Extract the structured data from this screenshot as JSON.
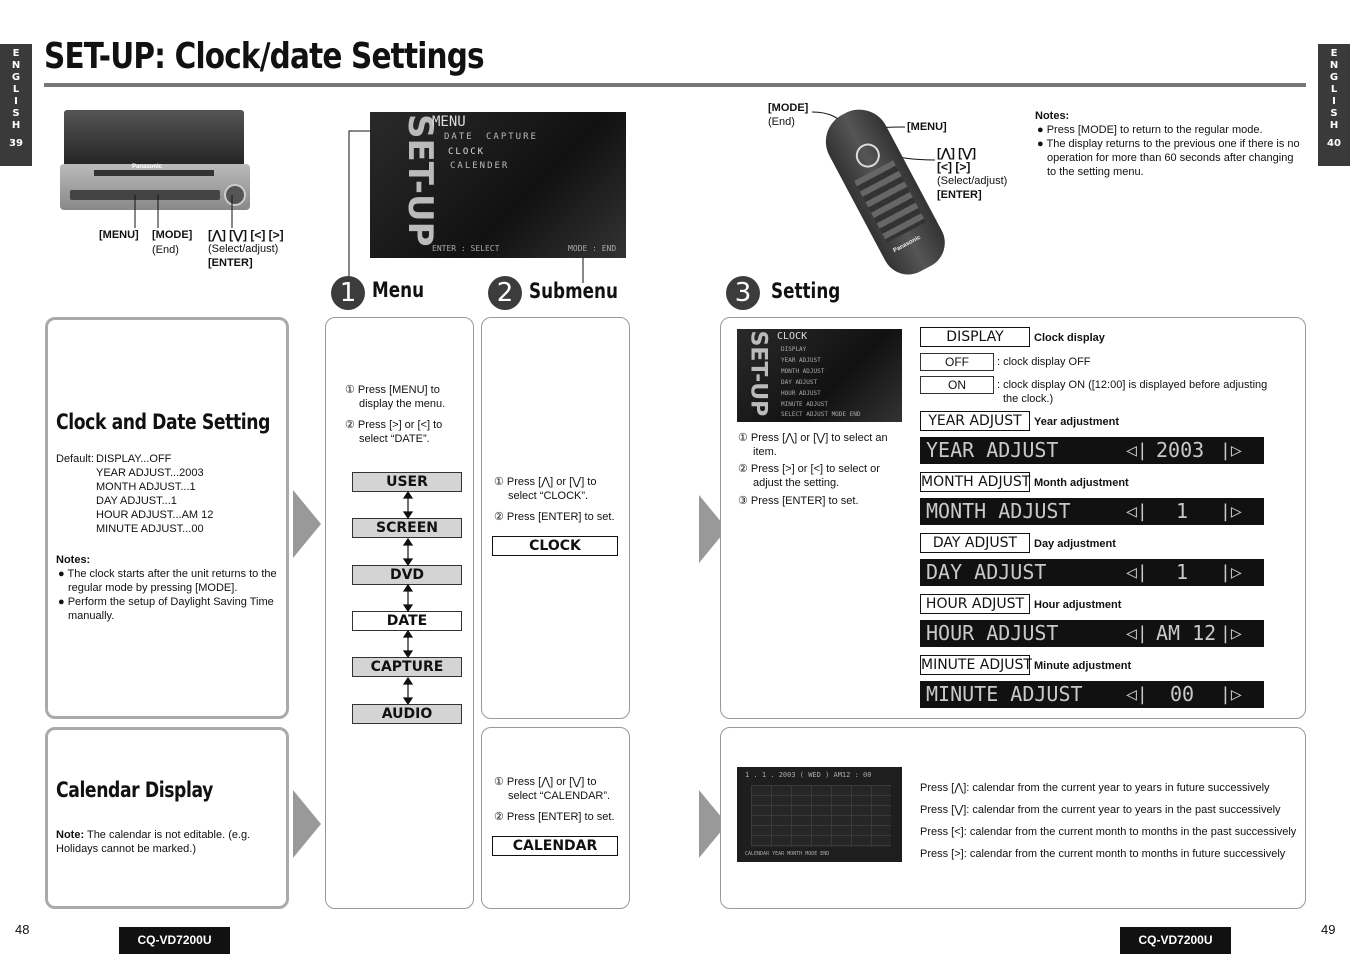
{
  "side_tabs": [
    {
      "letters": "E\nN\nG\nL\nI\nS\nH",
      "num": "39"
    },
    {
      "letters": "E\nN\nG\nL\nI\nS\nH",
      "num": "40"
    }
  ],
  "title": "SET-UP: Clock/date Settings",
  "head_unit": {
    "menu": "[MENU]",
    "mode": "[MODE]",
    "mode_sub": "(End)",
    "arrows": "[⋀] [⋁] [<] [>]",
    "arrows_sub": "(Select/adjust)",
    "enter": "[ENTER]",
    "brand": "Panasonic"
  },
  "menu_screen": {
    "vertical": "SET-UP",
    "title": "MENU",
    "items": [
      "DATE",
      "CAPTURE",
      "CLOCK",
      "CALENDER"
    ],
    "footer_left": "ENTER : SELECT",
    "footer_right": "MODE : END"
  },
  "remote": {
    "mode": "[MODE]",
    "mode_sub": "(End)",
    "menu": "[MENU]",
    "arrows1": "[⋀] [⋁]",
    "arrows2": "[<] [>]",
    "arrows_sub": "(Select/adjust)",
    "enter": "[ENTER]",
    "brand": "Panasonic"
  },
  "notes_right": {
    "title": "Notes:",
    "items": [
      "Press [MODE] to return to the regular mode.",
      "The display returns to the previous one if there is no operation for more than 60 seconds after changing to the setting menu."
    ]
  },
  "steps": [
    {
      "num": "1",
      "label": "Menu"
    },
    {
      "num": "2",
      "label": "Submenu"
    },
    {
      "num": "3",
      "label": "Setting"
    }
  ],
  "clock_section": {
    "title": "Clock and Date Setting",
    "default_label": "Default:",
    "defaults": [
      "DISPLAY...OFF",
      "YEAR ADJUST...2003",
      "MONTH ADJUST...1",
      "DAY ADJUST...1",
      "HOUR ADJUST...AM 12",
      "MINUTE ADJUST...00"
    ],
    "notes_title": "Notes:",
    "notes": [
      "The clock starts after the unit returns to the regular mode by pressing [MODE].",
      "Perform the setup of Daylight Saving Time manually."
    ]
  },
  "menu_col": {
    "step1": "① Press [MENU] to display the menu.",
    "step2": "② Press [>] or [<] to select “DATE”.",
    "buttons": [
      "USER",
      "SCREEN",
      "DVD",
      "DATE",
      "CAPTURE",
      "AUDIO"
    ]
  },
  "submenu_col": {
    "step1": "① Press [⋀] or [⋁] to select “CLOCK”.",
    "step2": "② Press [ENTER] to set.",
    "button": "CLOCK"
  },
  "setting_col": {
    "screen_title": "CLOCK",
    "screen_rows": [
      "DISPLAY",
      "YEAR ADJUST",
      "MONTH ADJUST",
      "DAY ADJUST",
      "HOUR ADJUST",
      "MINUTE ADJUST"
    ],
    "screen_footer": "SELECT  ADJUST  MODE END",
    "step1": "① Press [⋀] or [⋁] to select an item.",
    "step2": "② Press [>] or [<] to select or adjust the setting.",
    "step3": "③ Press [ENTER] to set."
  },
  "settings": {
    "display": {
      "label": "DISPLAY",
      "desc": "Clock display"
    },
    "off": {
      "label": "OFF",
      "desc": ": clock display OFF"
    },
    "on": {
      "label": "ON",
      "desc": ": clock display ON ([12:00] is displayed before adjusting the clock.)"
    },
    "year": {
      "label": "YEAR ADJUST",
      "desc": "Year adjustment",
      "lcd": "YEAR ADJUST",
      "value": "2003"
    },
    "month": {
      "label": "MONTH ADJUST",
      "desc": "Month adjustment",
      "lcd": "MONTH ADJUST",
      "value": "1"
    },
    "day": {
      "label": "DAY ADJUST",
      "desc": "Day adjustment",
      "lcd": "DAY ADJUST",
      "value": "1"
    },
    "hour": {
      "label": "HOUR ADJUST",
      "desc": "Hour adjustment",
      "lcd": "HOUR ADJUST",
      "value": "AM 12"
    },
    "minute": {
      "label": "MINUTE ADJUST",
      "desc": "Minute adjustment",
      "lcd": "MINUTE ADJUST",
      "value": "00"
    }
  },
  "calendar_section": {
    "title": "Calendar Display",
    "note_label": "Note:",
    "note": "The calendar is not editable. (e.g. Holidays cannot be marked.)",
    "step1": "① Press [⋀] or [⋁] to select “CALENDAR”.",
    "step2": "② Press [ENTER] to set.",
    "button": "CALENDAR",
    "screen_header": "1 . 1 . 2003 ( WED )   AM12 : 00",
    "screen_footer": "CALENDAR  YEAR  MONTH  MODE END",
    "lines": [
      "Press [⋀]: calendar from the current year to years in future successively",
      "Press [⋁]: calendar from the current year to years in the past successively",
      "Press [<]: calendar from the current month to months in the past successively",
      "Press [>]: calendar from the current month to months in future successively"
    ]
  },
  "footer": {
    "left_page": "48",
    "right_page": "49",
    "model": "CQ-VD7200U"
  },
  "colors": {
    "tab": "#3a3a3a",
    "rule": "#777777",
    "panel_border": "#aaaaaa",
    "button_fill": "#d4d4d4"
  }
}
